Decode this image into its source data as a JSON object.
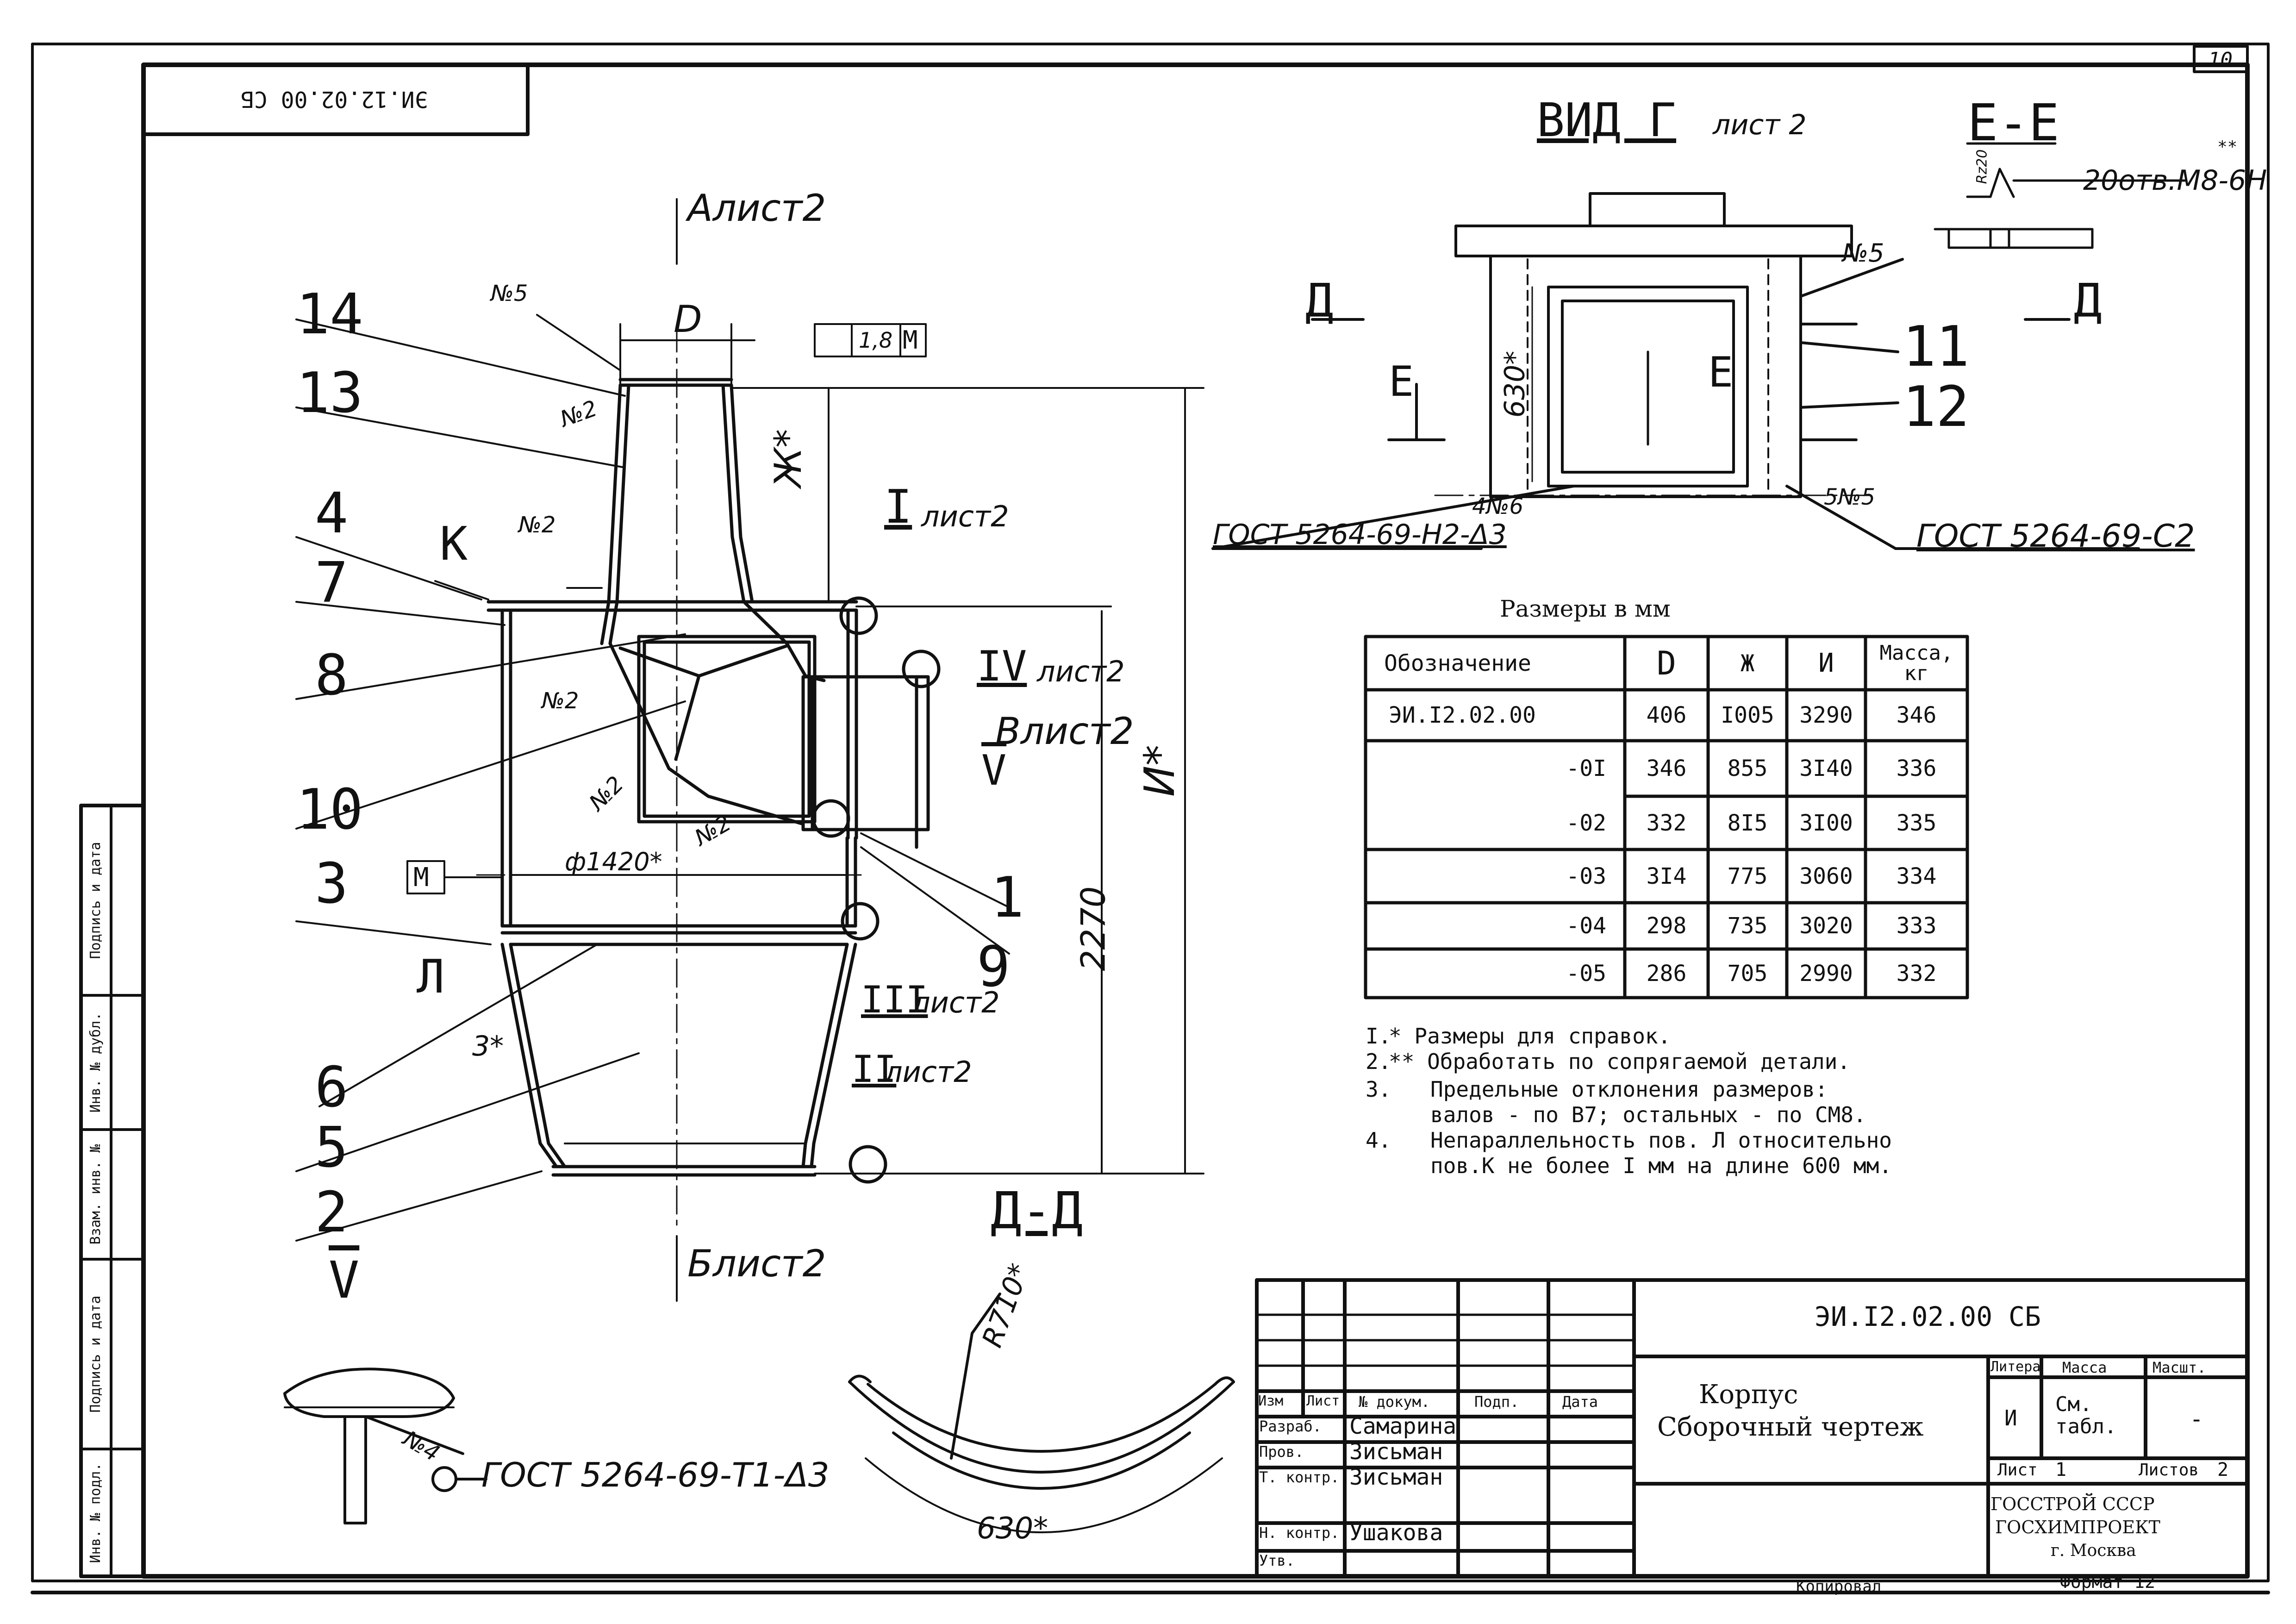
{
  "sheet": {
    "page_number": "10",
    "stamp_code": "ЭИ.12.02.00 СБ"
  },
  "callouts": {
    "items": [
      "14",
      "13",
      "4",
      "7",
      "8",
      "10",
      "3",
      "6",
      "5",
      "2",
      "1",
      "9",
      "11",
      "12"
    ],
    "k": "К",
    "l": "Л",
    "m": "М"
  },
  "views": {
    "view_a": "Алист2",
    "view_b_bottom": "Блист2",
    "view_v": "Влист2",
    "view_g": "ВИД Г",
    "view_g_sheet": "лист 2",
    "section_e": "Е-Е",
    "section_d": "Д-Д",
    "d_letter_left": "Д",
    "d_letter_right": "Д",
    "e_letter_left": "Е",
    "e_letter_center": "Е",
    "node_1": "I",
    "node_1_sheet": "лист2",
    "node_4": "IV",
    "node_4_sheet": "лист2",
    "node_5": "V",
    "node_3": "III",
    "node_3_sheet": "лист2",
    "node_2": "II",
    "node_2_sheet": "лист2",
    "v_bottom": "V"
  },
  "dimensions": {
    "d": "D",
    "zh": "Ж*",
    "i": "И*",
    "dia": "ф1420*",
    "h2270": "2270",
    "s3": "3*",
    "h630": "630*",
    "r710": "R710*",
    "arc630": "630*",
    "tol_value": "1,8",
    "tol_base": "М",
    "weld5a": "№5",
    "weld2a": "№2",
    "weld2b": "№2",
    "weld2c": "№2",
    "weld2d": "№2",
    "weld2e": "№2",
    "weld5b": "№5",
    "weld6": "4№6",
    "weld5c": "5№5",
    "weld4": "№4",
    "holes": "20отв.М8-6Н",
    "holes_mark": "**",
    "roughness": "Rz20"
  },
  "standards": {
    "gost_left": "ГОСТ 5264-69-Н2-Δ3",
    "gost_right": "ГОСТ 5264-69-С2",
    "gost_bottom": "ГОСТ 5264-69-Т1-Δ3"
  },
  "size_table": {
    "caption": "Размеры в мм",
    "headers": [
      "Обозначение",
      "D",
      "Ж",
      "И",
      "Масса,\nкг"
    ],
    "rows": [
      [
        "ЭИ.I2.02.00",
        "406",
        "I005",
        "3290",
        "346"
      ],
      [
        "-0I",
        "346",
        "855",
        "3I40",
        "336"
      ],
      [
        "-02",
        "332",
        "8I5",
        "3I00",
        "335"
      ],
      [
        "-03",
        "3I4",
        "775",
        "3060",
        "334"
      ],
      [
        "-04",
        "298",
        "735",
        "3020",
        "333"
      ],
      [
        "-05",
        "286",
        "705",
        "2990",
        "332"
      ]
    ]
  },
  "notes": [
    {
      "num": "I.",
      "text": "* Размеры для справок."
    },
    {
      "num": "2.",
      "text": "** Обработать по сопрягаемой детали."
    },
    {
      "num": "3.",
      "text": "Предельные отклонения размеров:"
    },
    {
      "num": "",
      "text": "валов  - по В7; остальных - по СМ8."
    },
    {
      "num": "4.",
      "text": "Непараллельность пов. Л относительно"
    },
    {
      "num": "",
      "text": "пов.К не более I мм на длине 600 мм."
    }
  ],
  "title_block": {
    "code": "ЭИ.I2.02.00 СБ",
    "name_line1": "Корпус",
    "name_line2": "Сборочный чертеж",
    "hdr_izm": "Изм",
    "hdr_list": "Лист",
    "hdr_doc": "№ докум.",
    "hdr_sign": "Подп.",
    "hdr_date": "Дата",
    "roles": [
      "Разраб.",
      "Пров.",
      "Т. контр.",
      "",
      "Н. контр.",
      "Утв."
    ],
    "people": [
      "Самарина",
      "Зисьман",
      "Зисьман",
      "",
      "Ушакова",
      ""
    ],
    "litera_h": "Литера",
    "mass_h": "Масса",
    "scale_h": "Масшт.",
    "litera": "И",
    "mass": "См. табл.",
    "scale": "-",
    "sheet_lbl": "Лист",
    "sheet_val": "1",
    "sheets_lbl": "Листов",
    "sheets_val": "2",
    "org1": "ГОССТРОЙ СССР",
    "org2": "ГОСХИМПРОЕКТ",
    "org3": "г. Москва"
  },
  "side_strip": [
    "Подпись и дата",
    "Инв. № дубл.",
    "Взам. инв. №",
    "Подпись и дата",
    "Инв. № подл."
  ],
  "footer": {
    "copied": "Копировал",
    "format": "Формат 12"
  }
}
